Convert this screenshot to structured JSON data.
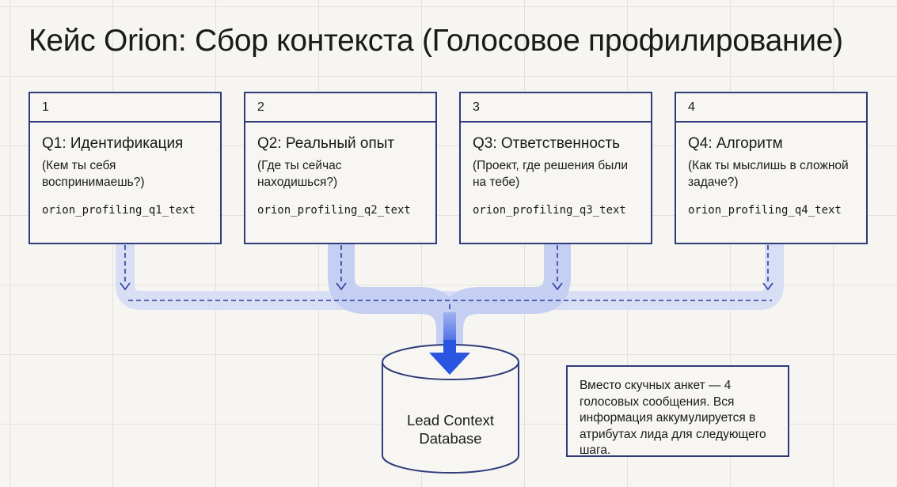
{
  "title": "Кейс Orion: Сбор контекста (Голосовое профилирование)",
  "cards": [
    {
      "num": "1",
      "title": "Q1: Идентификация",
      "subtitle": "(Кем ты себя воспринимаешь?)",
      "field": "orion_profiling_q1_text"
    },
    {
      "num": "2",
      "title": "Q2: Реальный опыт",
      "subtitle": "(Где ты сейчас находишься?)",
      "field": "orion_profiling_q2_text"
    },
    {
      "num": "3",
      "title": "Q3: Ответственность",
      "subtitle": "(Проект, где решения были на тебе)",
      "field": "orion_profiling_q3_text"
    },
    {
      "num": "4",
      "title": "Q4: Алгоритм",
      "subtitle": "(Как ты мыслишь в сложной задаче?)",
      "field": "orion_profiling_q4_text"
    }
  ],
  "database": {
    "label": "Lead Context Database"
  },
  "note": {
    "text": "Вместо скучных анкет — 4 голосовых сообщения. Вся информация аккумулируется в атрибутах лида для следующего шага."
  },
  "colors": {
    "border": "#2f3b7a",
    "accent": "#2750d6",
    "glow": "#cdd6f4"
  }
}
